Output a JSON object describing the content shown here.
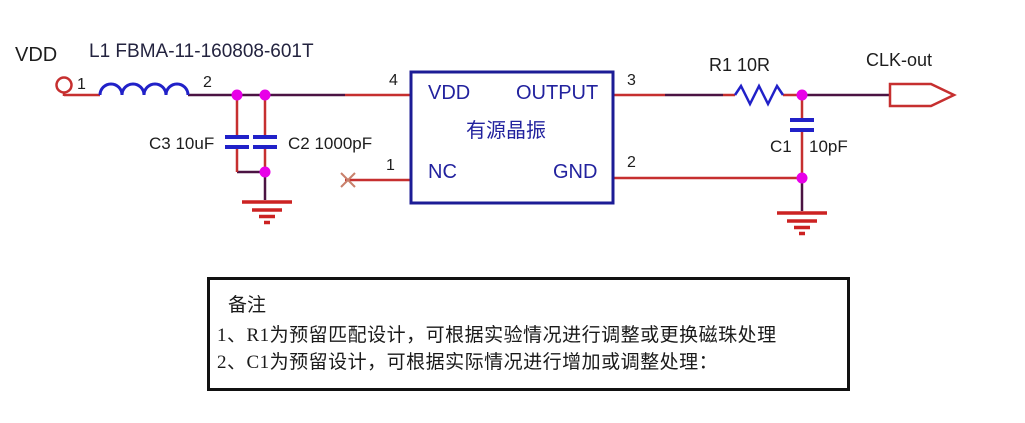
{
  "colors": {
    "wire_net_dark": "#4B1343",
    "wire_pin_red": "#C62F2F",
    "component_blue": "#2121C8",
    "ic_border_blue": "#1C1C96",
    "ic_text_blue": "#22229E",
    "junction_magenta": "#E800E8",
    "ground_red": "#CC2222",
    "label_black": "#1D1D1D",
    "note_border_black": "#111111"
  },
  "ports": {
    "vdd_label": "VDD",
    "clk_out_label": "CLK-out"
  },
  "components": {
    "l1_label": "L1  FBMA-11-160808-601T",
    "c3_label": "C3 10uF",
    "c2_label": "C2 1000pF",
    "r1_label": "R1  10R",
    "c1_ref": "C1",
    "c1_value": "10pF"
  },
  "ic": {
    "name": "有源晶振",
    "pin_vdd": "VDD",
    "pin_output": "OUTPUT",
    "pin_nc": "NC",
    "pin_gnd": "GND"
  },
  "pin_numbers": {
    "l1_in": "1",
    "l1_out": "2",
    "ic_vdd": "4",
    "ic_output": "3",
    "ic_nc": "1",
    "ic_gnd": "2"
  },
  "note": {
    "title": "备注",
    "line1": "1、R1为预留匹配设计，可根据实验情况进行调整或更换磁珠处理",
    "line2": "2、C1为预留设计，可根据实际情况进行增加或调整处理："
  }
}
